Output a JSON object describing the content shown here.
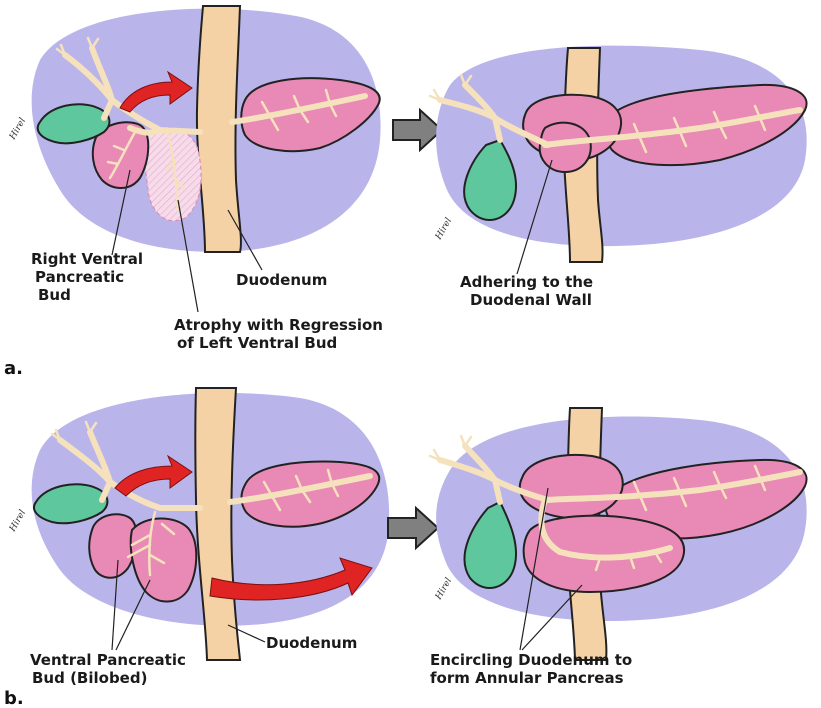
{
  "panels": [
    {
      "id": "a",
      "panel_label": "a.",
      "labels": {
        "right_ventral_bud": [
          "Right Ventral",
          "Pancreatic",
          "Bud"
        ],
        "duodenum": "Duodenum",
        "atrophy": [
          "Atrophy with Regression",
          "of Left Ventral Bud"
        ],
        "adhering": [
          "Adhering to the",
          "Duodenal Wall"
        ]
      }
    },
    {
      "id": "b",
      "panel_label": "b.",
      "labels": {
        "ventral_bud": [
          "Ventral Pancreatic",
          "Bud  (Bilobed)"
        ],
        "duodenum": "Duodenum",
        "encircling": [
          "Encircling Duodenum to",
          "form Annular Pancreas"
        ]
      }
    }
  ],
  "signature": "Hirel",
  "colors": {
    "background_blob": "#b9b5ea",
    "duodenum": "#f5d2a6",
    "pancreas": "#e889b6",
    "gallbladder": "#5fc79d",
    "duct": "#f6e1bd",
    "motion_arrow": "#e02424",
    "transition_arrow": "#808080",
    "atrophied_bud": "#f3cfe2"
  }
}
